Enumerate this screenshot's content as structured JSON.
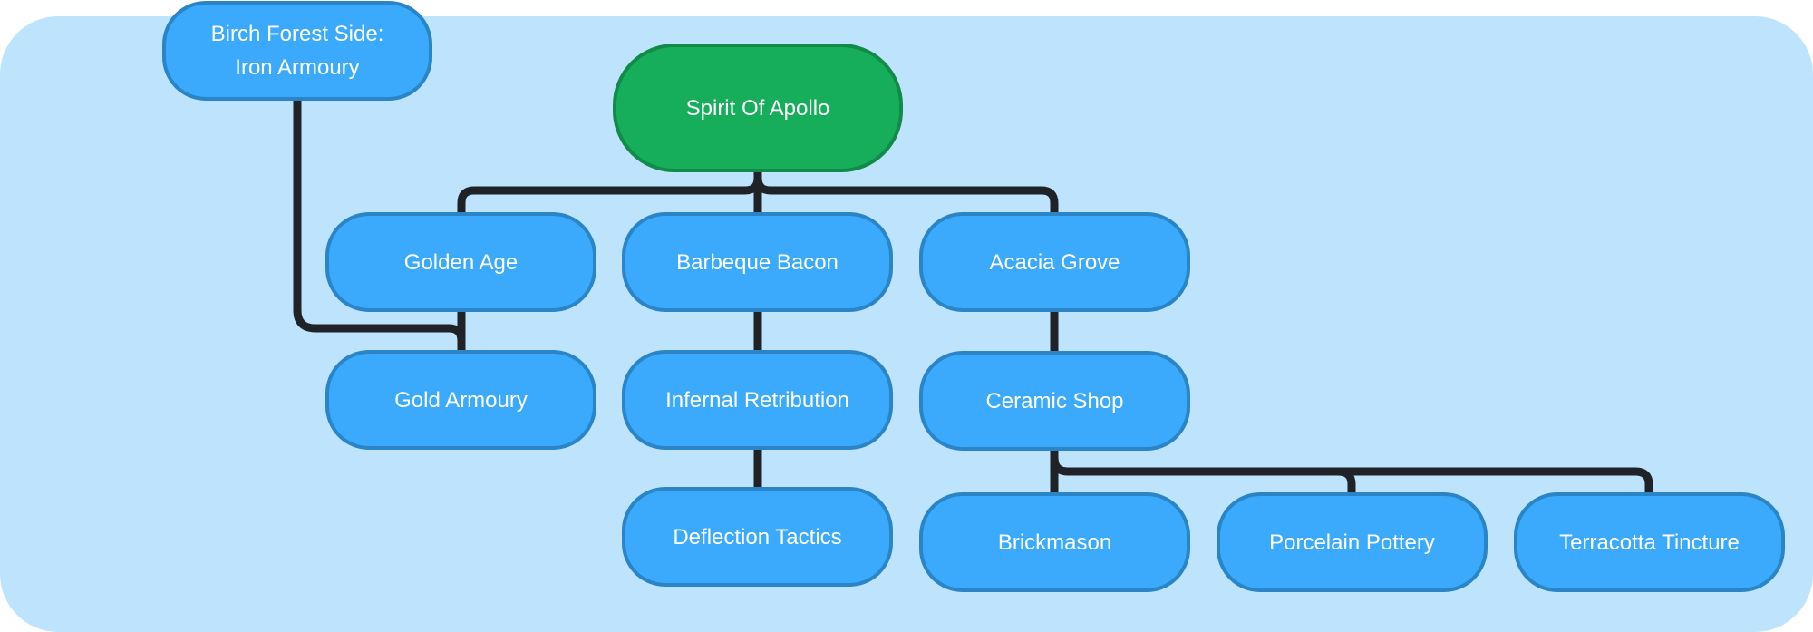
{
  "diagram": {
    "nodes": [
      {
        "id": "iron-armoury",
        "lines": [
          "Birch Forest Side:",
          "Iron Armoury"
        ],
        "kind": "normal"
      },
      {
        "id": "spirit-of-apollo",
        "lines": [
          "Spirit Of Apollo"
        ],
        "kind": "root"
      },
      {
        "id": "golden-age",
        "lines": [
          "Golden Age"
        ],
        "kind": "normal"
      },
      {
        "id": "barbeque-bacon",
        "lines": [
          "Barbeque Bacon"
        ],
        "kind": "normal"
      },
      {
        "id": "acacia-grove",
        "lines": [
          "Acacia Grove"
        ],
        "kind": "normal"
      },
      {
        "id": "gold-armoury",
        "lines": [
          "Gold Armoury"
        ],
        "kind": "normal"
      },
      {
        "id": "infernal-retribution",
        "lines": [
          "Infernal Retribution"
        ],
        "kind": "normal"
      },
      {
        "id": "ceramic-shop",
        "lines": [
          "Ceramic Shop"
        ],
        "kind": "normal"
      },
      {
        "id": "deflection-tactics",
        "lines": [
          "Deflection Tactics"
        ],
        "kind": "normal"
      },
      {
        "id": "brickmason",
        "lines": [
          "Brickmason"
        ],
        "kind": "normal"
      },
      {
        "id": "porcelain-pottery",
        "lines": [
          "Porcelain Pottery"
        ],
        "kind": "normal"
      },
      {
        "id": "terracotta-tincture",
        "lines": [
          "Terracotta Tincture"
        ],
        "kind": "normal"
      }
    ],
    "edges": [
      {
        "from": "spirit-of-apollo",
        "to": "golden-age"
      },
      {
        "from": "spirit-of-apollo",
        "to": "barbeque-bacon"
      },
      {
        "from": "spirit-of-apollo",
        "to": "acacia-grove"
      },
      {
        "from": "golden-age",
        "to": "gold-armoury"
      },
      {
        "from": "iron-armoury",
        "to": "gold-armoury"
      },
      {
        "from": "barbeque-bacon",
        "to": "infernal-retribution"
      },
      {
        "from": "infernal-retribution",
        "to": "deflection-tactics"
      },
      {
        "from": "acacia-grove",
        "to": "ceramic-shop"
      },
      {
        "from": "ceramic-shop",
        "to": "brickmason"
      },
      {
        "from": "ceramic-shop",
        "to": "porcelain-pottery"
      },
      {
        "from": "ceramic-shop",
        "to": "terracotta-tincture"
      }
    ],
    "colors": {
      "background": "#bee3fd",
      "node_fill": "#3ba9fc",
      "node_border": "#2a84c6",
      "root_fill": "#17ae5b",
      "root_border": "#128a48",
      "connector": "#1f2328",
      "text": "#ffffff"
    }
  }
}
